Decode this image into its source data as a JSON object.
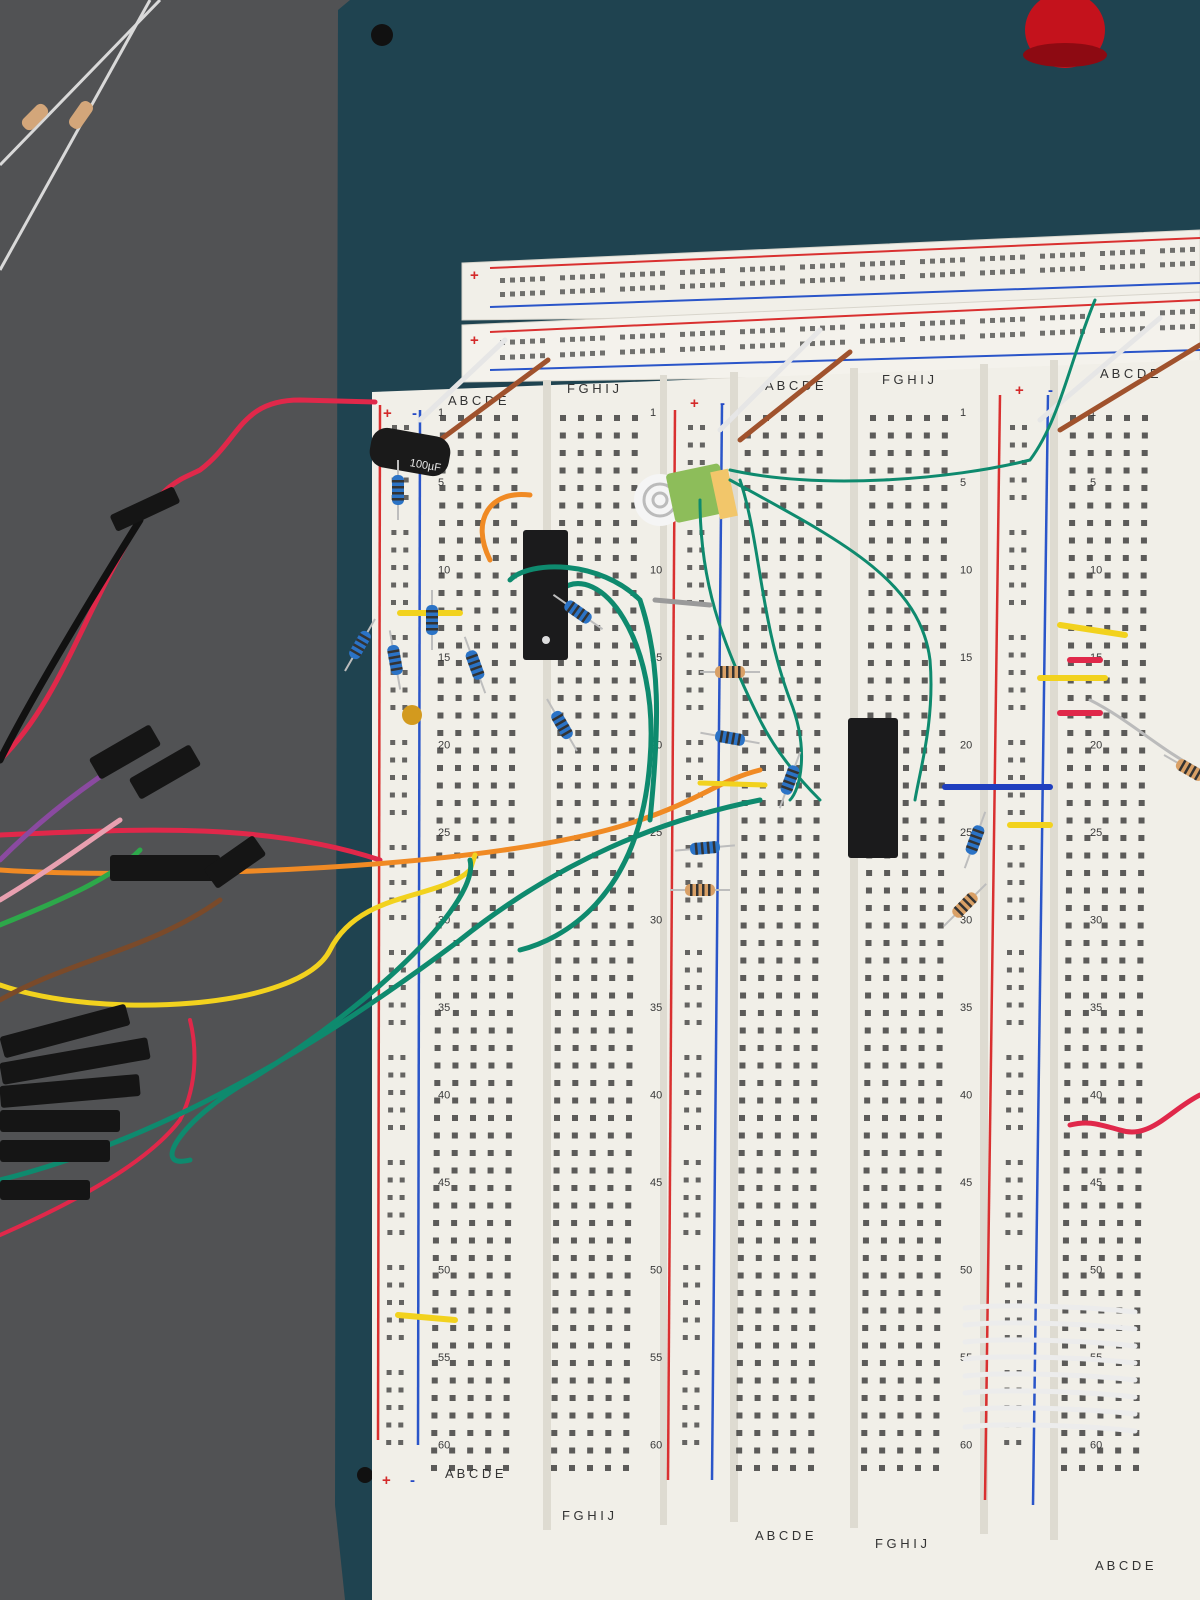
{
  "board": {
    "columns_left": "A B C D E",
    "columns_right": "F G H I J",
    "rail_plus": "+",
    "rail_minus": "-",
    "row_numbers": [
      "1",
      "5",
      "10",
      "15",
      "20",
      "25",
      "30",
      "35",
      "40",
      "45",
      "50",
      "55",
      "60"
    ]
  },
  "components": {
    "capacitor_label": "100µF"
  },
  "colors": {
    "table": "#515254",
    "base_plate": "#1f4350",
    "breadboard": "#f1efe8",
    "rail_red": "#d93030",
    "rail_blue": "#2a55c9",
    "wire_green": "#0e8a6e",
    "wire_orange": "#f08a24",
    "wire_yellow": "#f2d21e",
    "wire_red": "#e0284a"
  }
}
